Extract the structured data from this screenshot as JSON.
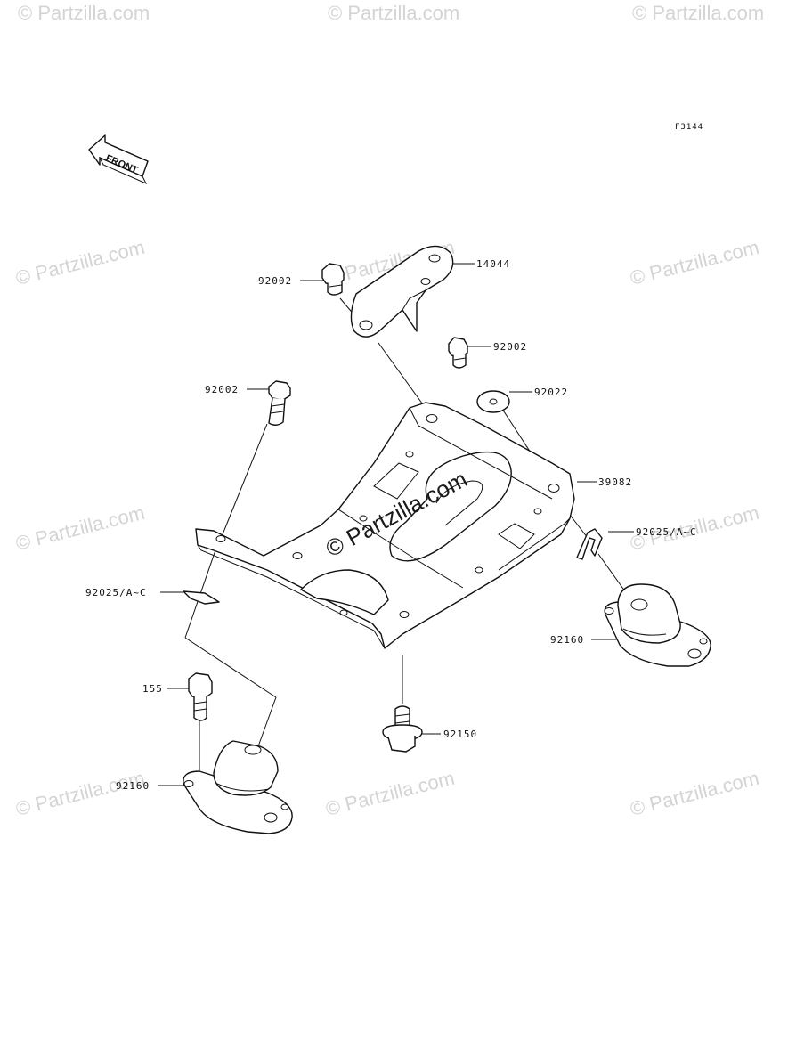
{
  "diagram": {
    "code": "F3144",
    "front_label": "FRONT",
    "watermark": "© Partzilla.com",
    "center_watermark": "© Partzilla.com",
    "parts": [
      {
        "id": "p-14044",
        "number": "14044"
      },
      {
        "id": "p-92002-a",
        "number": "92002"
      },
      {
        "id": "p-92002-b",
        "number": "92002"
      },
      {
        "id": "p-92002-c",
        "number": "92002"
      },
      {
        "id": "p-92022",
        "number": "92022"
      },
      {
        "id": "p-39082",
        "number": "39082"
      },
      {
        "id": "p-92025-r",
        "number": "92025/A~C"
      },
      {
        "id": "p-92025-l",
        "number": "92025/A~C"
      },
      {
        "id": "p-92160-r",
        "number": "92160"
      },
      {
        "id": "p-155",
        "number": "155"
      },
      {
        "id": "p-92150",
        "number": "92150"
      },
      {
        "id": "p-92160-l",
        "number": "92160"
      }
    ]
  }
}
